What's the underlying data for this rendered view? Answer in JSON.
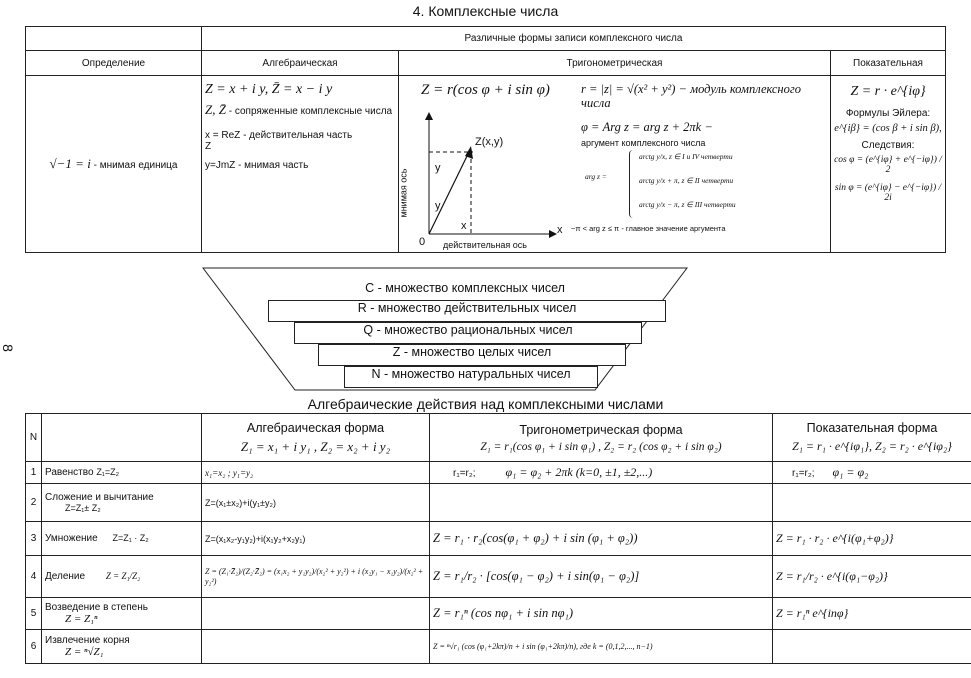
{
  "title": "4. Комплексные числа",
  "side_label": "8",
  "table1": {
    "forms_header": "Различные формы записи комплексного числа",
    "col_definition": "Определение",
    "col_algebraic": "Алгебраическая",
    "col_trig": "Тригонометрическая",
    "col_exp": "Показательная",
    "definition_formula": "√−1 = i",
    "definition_text": "- мнимая единица",
    "alg_formula": "Z = x + i y,  Z̄ = x − i y",
    "alg_conj": "Z, Z̄",
    "alg_conj_text": "- сопряженные комплексные числа",
    "alg_re": "x = ReZ - действительная часть Z",
    "alg_im": "y=JmZ - мнимая часть",
    "trig_formula": "Z = r(cos φ + i sin φ)",
    "trig_modulus": "r = |z| = √(x² + y²) − модуль комплексного числа",
    "trig_arg": "φ = Arg z = arg z + 2πk −",
    "trig_arg_text": "аргумент комплексного числа",
    "trig_arg_lines": [
      "arctg y/x,  z ∈ I и IV четверти",
      "arctg y/x + π,  z ∈ II четверти",
      "arctg y/x − π,  z ∈ III четверти"
    ],
    "trig_arg_prefix": "arg z =",
    "trig_range": "−π < arg z ≤ π - главное значение аргумента",
    "axis_y": "y",
    "axis_x": "x",
    "point_label": "Z(x,y)",
    "y_tick": "y",
    "x_tick": "x",
    "origin": "0",
    "axis_y_name": "мнимая ось",
    "axis_x_name": "действительная ось",
    "exp_formula": "Z = r · e^{iφ}",
    "exp_euler_title": "Формулы Эйлера:",
    "exp_euler": "e^{iβ} = (cos β + i sin β),",
    "exp_cons_title": "Следствия:",
    "exp_cos": "cos φ = (e^{iφ} + e^{−iφ}) / 2",
    "exp_sin": "sin φ = (e^{iφ} − e^{−iφ}) / 2i"
  },
  "sets": [
    "C - множество комплексных чисел",
    "R - множество действительных чисел",
    "Q - множество рациональных чисел",
    "Z - множество целых чисел",
    "N - множество натуральных чисел"
  ],
  "table2": {
    "title": "Алгебраические действия над комплексными числами",
    "col_n": "N",
    "col_alg": "Алгебраическая форма",
    "col_alg_f": "Z₁ = x₁ + i y₁ ,  Z₂ = x₂ + i y₂",
    "col_trig": "Тригонометрическая форма",
    "col_trig_f": "Z₁ = r₁(cos φ₁ + i sin φ₁) , Z₂ = r₂ (cos φ₂ + i sin φ₂)",
    "col_exp": "Показательная форма",
    "col_exp_f": "Z₁ = r₁ · e^{iφ₁}, Z₂ = r₂ · e^{iφ₂}",
    "rows": [
      {
        "n": "1",
        "op": "Равенство",
        "op_f": "Z₁=Z₂",
        "alg": "x₁=x₂ ; y₁=y₂",
        "trig_a": "r₁=r₂;",
        "trig_b": "φ₁ = φ₂ + 2πk  (k=0, ±1, ±2,...)",
        "exp_a": "r₁=r₂;",
        "exp_b": "φ₁ = φ₂"
      },
      {
        "n": "2",
        "op": "Сложение и вычитание",
        "op_f": "Z=Z₁± Z₂",
        "alg": "Z=(x₁±x₂)+i(y₁±y₂)",
        "trig": "",
        "exp": ""
      },
      {
        "n": "3",
        "op": "Умножение",
        "op_f": "Z=Z₁ · Z₂",
        "alg": "Z=(x₁x₂-y₁y₂)+i(x₁y₂+x₂y₁)",
        "trig": "Z = r₁ · r₂(cos(φ₁ + φ₂) + i sin (φ₁ + φ₂))",
        "exp": "Z = r₁ · r₂ · e^{i(φ₁+φ₂)}"
      },
      {
        "n": "4",
        "op": "Деление",
        "op_f": "Z = Z₁/Z₂",
        "alg_a": "Z = (Z₁·Z̄₂)/(Z₂·Z̄₂) = (x₁x₂ + y₁y₂)/(x₂² + y₂²) + i (x₂y₁ − x₁y₂)/(x₂² + y₂²)",
        "trig": "Z = r₁/r₂ · [cos(φ₁ − φ₂) + i sin(φ₁ − φ₂)]",
        "exp": "Z = r₁/r₂ · e^{i(φ₁−φ₂)}"
      },
      {
        "n": "5",
        "op": "Возведение в степень",
        "op_f": "Z = Z₁ⁿ",
        "alg": "",
        "trig": "Z = r₁ⁿ (cos nφ₁ + i sin nφ₁)",
        "exp": "Z = r₁ⁿ e^{inφ}"
      },
      {
        "n": "6",
        "op": "Извлечение корня",
        "op_f": "Z = ⁿ√Z₁",
        "alg": "",
        "trig": "Z = ⁿ√r₁ (cos (φ₁+2kπ)/n + i sin (φ₁+2kπ)/n), где k = (0,1,2,..., n−1)",
        "exp": ""
      }
    ]
  }
}
